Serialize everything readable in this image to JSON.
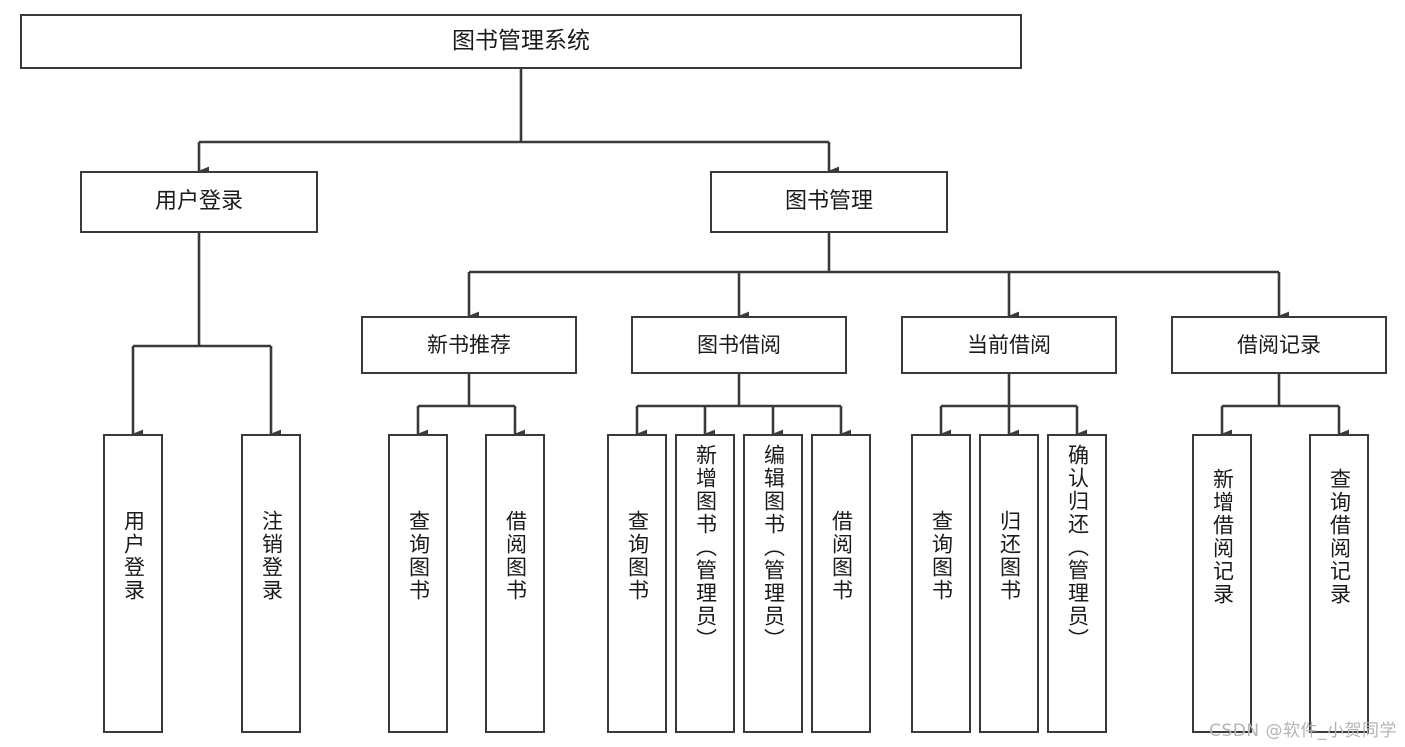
{
  "diagram": {
    "title": "图书管理系统",
    "watermark": "CSDN @软件_小贺同学",
    "stroke_color": "#3a3a3a",
    "text_color": "#1a1a1a",
    "background_color": "#ffffff",
    "watermark_color": "#b4b4b4"
  },
  "nodes": {
    "root": {
      "label": "图书管理系统"
    },
    "level1": [
      {
        "label": "用户登录"
      },
      {
        "label": "图书管理"
      }
    ],
    "level2": [
      {
        "label": "新书推荐"
      },
      {
        "label": "图书借阅"
      },
      {
        "label": "当前借阅"
      },
      {
        "label": "借阅记录"
      }
    ],
    "leaves": {
      "user_login": [
        {
          "label": "用户登录"
        },
        {
          "label": "注销登录"
        }
      ],
      "new_book_recommend": [
        {
          "label": "查询图书"
        },
        {
          "label": "借阅图书"
        }
      ],
      "book_borrow": [
        {
          "label": "查询图书"
        },
        {
          "label": "新增图书（管理员）"
        },
        {
          "label": "编辑图书（管理员）"
        },
        {
          "label": "借阅图书"
        }
      ],
      "current_borrow": [
        {
          "label": "查询图书"
        },
        {
          "label": "归还图书"
        },
        {
          "label": "确认归还（管理员）"
        }
      ],
      "borrow_records": [
        {
          "label": "新增借阅记录"
        },
        {
          "label": "查询借阅记录"
        }
      ]
    }
  },
  "chart_data": {
    "type": "tree-diagram",
    "title": "图书管理系统",
    "orientation": "top-down",
    "levels": 4,
    "tree": {
      "name": "图书管理系统",
      "children": [
        {
          "name": "用户登录",
          "children": [
            {
              "name": "用户登录"
            },
            {
              "name": "注销登录"
            }
          ]
        },
        {
          "name": "图书管理",
          "children": [
            {
              "name": "新书推荐",
              "children": [
                {
                  "name": "查询图书"
                },
                {
                  "name": "借阅图书"
                }
              ]
            },
            {
              "name": "图书借阅",
              "children": [
                {
                  "name": "查询图书"
                },
                {
                  "name": "新增图书（管理员）"
                },
                {
                  "name": "编辑图书（管理员）"
                },
                {
                  "name": "借阅图书"
                }
              ]
            },
            {
              "name": "当前借阅",
              "children": [
                {
                  "name": "查询图书"
                },
                {
                  "name": "归还图书"
                },
                {
                  "name": "确认归还（管理员）"
                }
              ]
            },
            {
              "name": "借阅记录",
              "children": [
                {
                  "name": "新增借阅记录"
                },
                {
                  "name": "查询借阅记录"
                }
              ]
            }
          ]
        }
      ]
    }
  }
}
